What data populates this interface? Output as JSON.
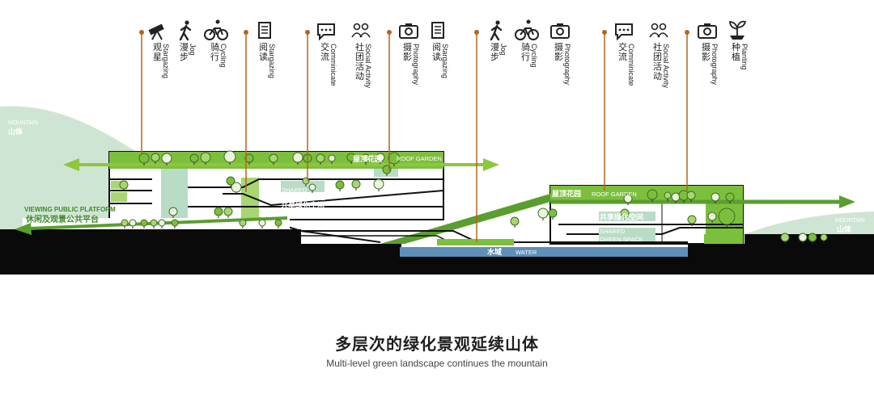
{
  "colors": {
    "green_dark": "#5a9e2f",
    "green_mid": "#7cbf3c",
    "green_light": "#a8d672",
    "mint": "#b9dcc6",
    "mountain": "#cfe5d4",
    "ground": "#0a0a0a",
    "water": "#5d8fb8",
    "stem": "#b5651d"
  },
  "activities": [
    {
      "icon": "telescope-icon",
      "cn": "观星",
      "en": "Stargazing"
    },
    {
      "icon": "walk-icon",
      "cn": "漫步",
      "en": "Jog"
    },
    {
      "icon": "bicycle-icon",
      "cn": "骑行",
      "en": "Cycling"
    },
    {
      "icon": "book-icon",
      "cn": "阅读",
      "en": "Stargazing"
    },
    {
      "icon": "chat-icon",
      "cn": "交流",
      "en": "Comminicate"
    },
    {
      "icon": "people-icon",
      "cn": "社团活动",
      "en": "Social Activity"
    },
    {
      "icon": "camera-icon",
      "cn": "摄影",
      "en": "Photography"
    },
    {
      "icon": "book-icon",
      "cn": "阅读",
      "en": "Stargazing"
    },
    {
      "icon": "walk-icon",
      "cn": "漫步",
      "en": "Jog"
    },
    {
      "icon": "bicycle-icon",
      "cn": "骑行",
      "en": "Cycling"
    },
    {
      "icon": "camera-icon",
      "cn": "摄影",
      "en": "Photography"
    },
    {
      "icon": "chat-icon",
      "cn": "交流",
      "en": "Comminicate"
    },
    {
      "icon": "people-icon",
      "cn": "社团活动",
      "en": "Social Activity"
    },
    {
      "icon": "camera-icon",
      "cn": "摄影",
      "en": "Photography"
    },
    {
      "icon": "sprout-icon",
      "cn": "种植",
      "en": "Planting"
    }
  ],
  "labels": {
    "mountain_left_en": "MOUNTAIN",
    "mountain_left_cn": "山体",
    "mountain_right_en": "MOUNTAIN",
    "mountain_right_cn": "山体",
    "platform_en": "VIEWING PUBLIC PLATFORM",
    "platform_cn": "休闲及观景公共平台",
    "roof_left_cn": "屋顶花园",
    "roof_left_en": "ROOF GARDEN",
    "roof_right_cn": "屋顶花园",
    "roof_right_en": "ROOF GARDEN",
    "shared_left_en1": "SHARED",
    "shared_left_en2": "GREEN SPACE",
    "shared_left_cn": "共享绿化空间",
    "shared_right_cn": "共享绿化空间",
    "shared_right_en1": "SHARED",
    "shared_right_en2": "GREEN SPACE",
    "water_cn": "水域",
    "water_en": "WATER"
  },
  "caption": {
    "title": "多层次的绿化景观延续山体",
    "subtitle": "Multi-level green landscape continues the mountain"
  }
}
